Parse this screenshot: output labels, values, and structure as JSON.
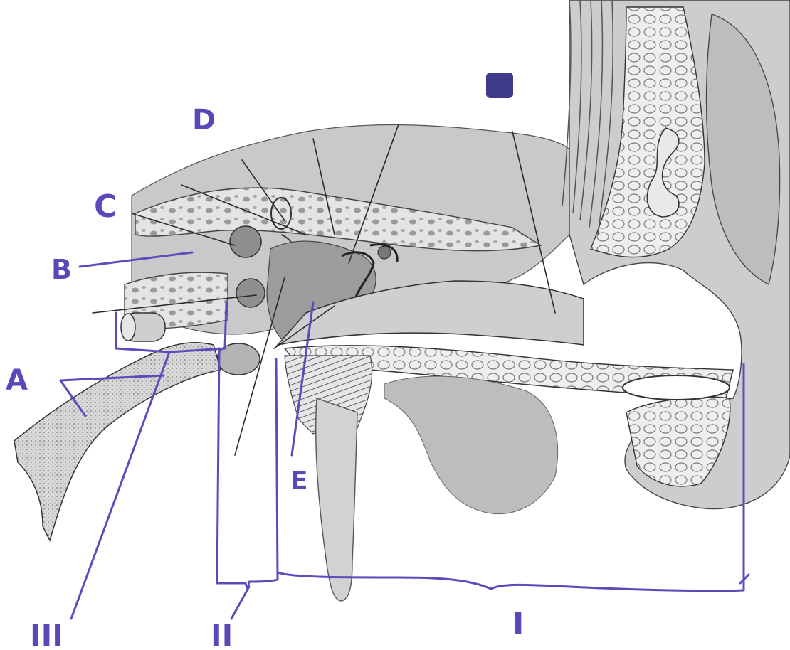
{
  "labels": {
    "a": "A",
    "b": "B",
    "c": "C",
    "d": "D",
    "e": "E",
    "region_1": "I",
    "region_2": "II",
    "region_3": "III"
  },
  "colors": {
    "pen": "#5b4bbd",
    "ink": "#2a2a2a",
    "shading": "#b9b9b9"
  }
}
